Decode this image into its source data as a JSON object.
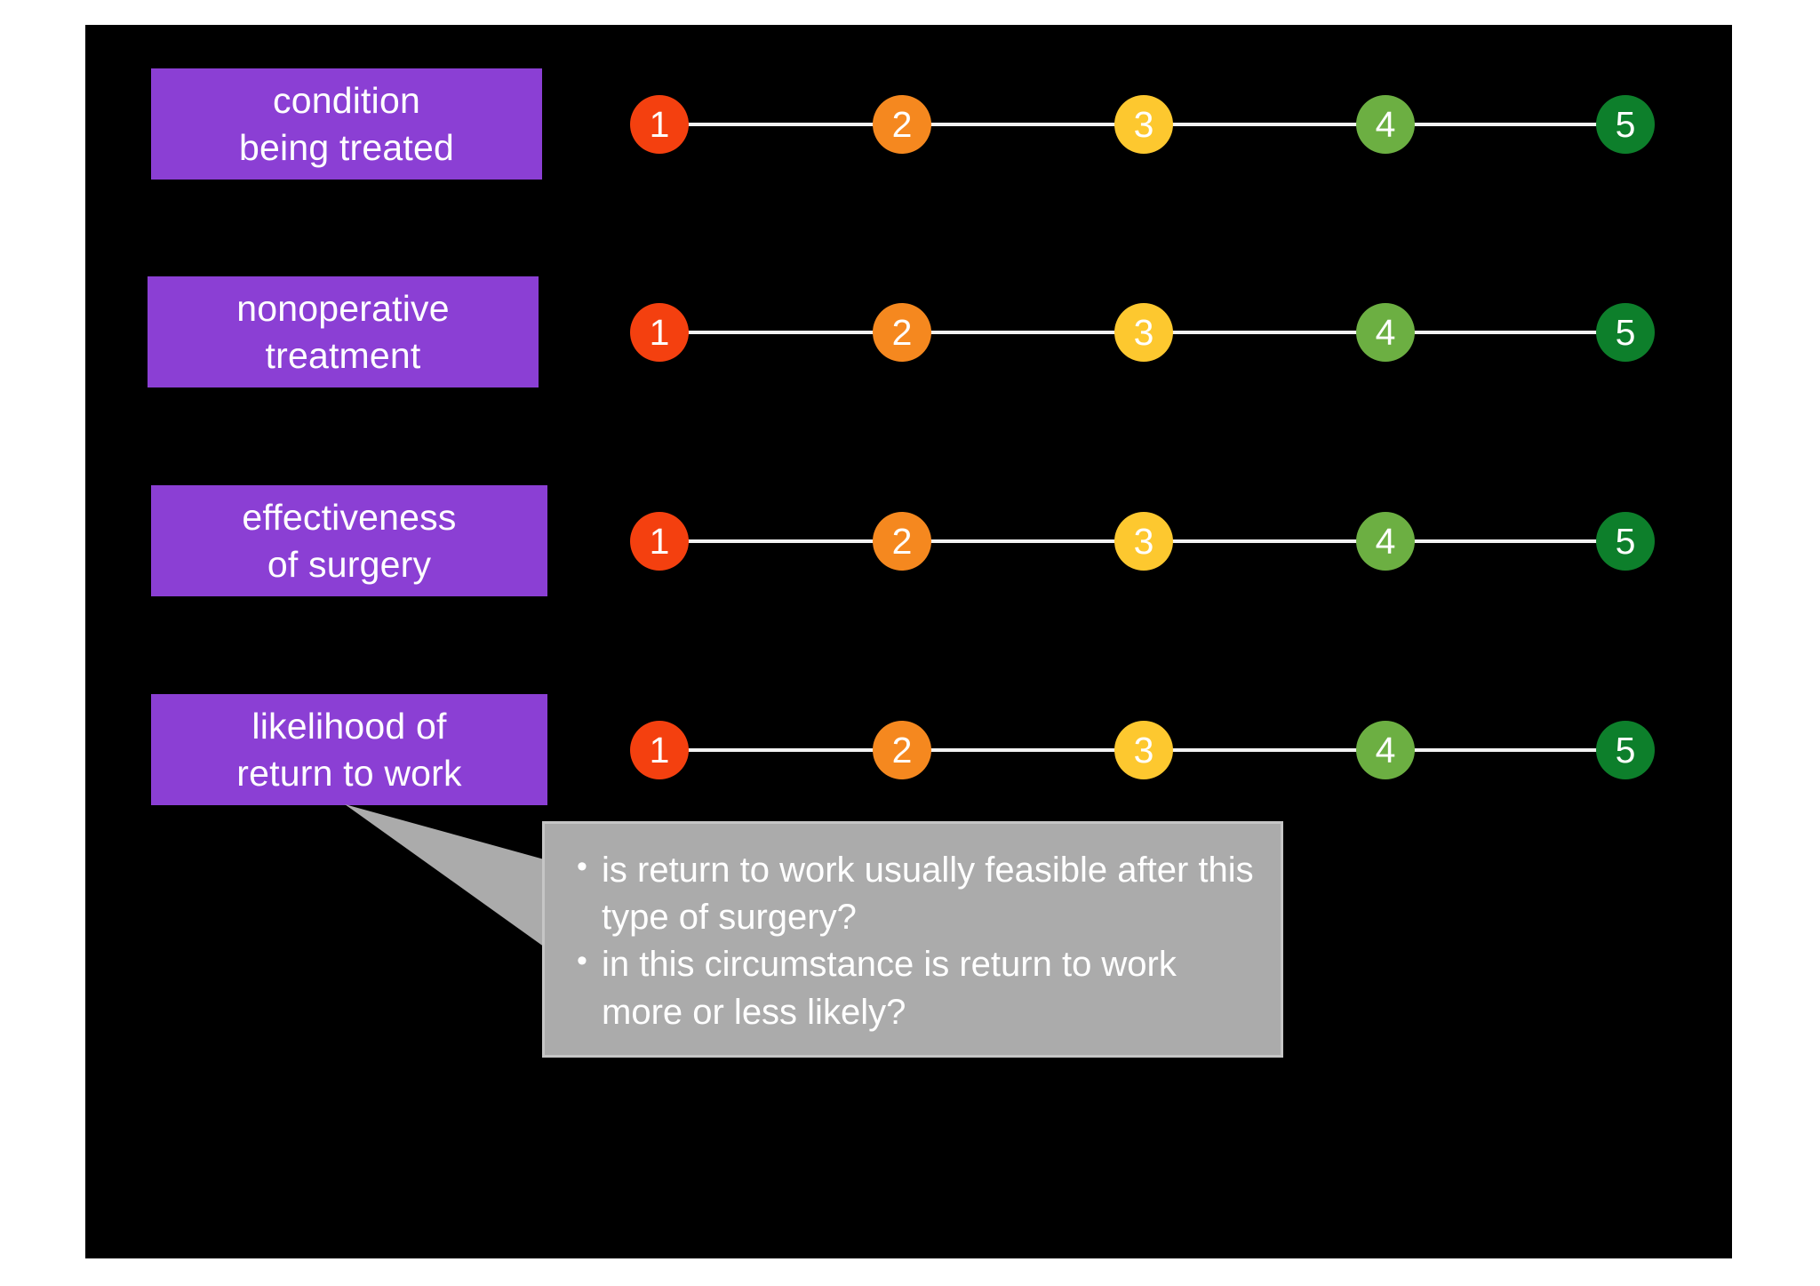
{
  "slide": {
    "background_color": "#000000",
    "canvas_color": "#FFFFFF"
  },
  "palette": {
    "label_purple": "#8B3FD4",
    "label_text": "#FFFFFF",
    "connector_line": "#F2F2F2",
    "callout_fill": "#ABABAB",
    "callout_border": "#C6C6C6",
    "callout_text": "#FFFFFF",
    "dot_1": "#F4400F",
    "dot_2": "#F5881F",
    "dot_3": "#FDC82F",
    "dot_4": "#6CAF42",
    "dot_5": "#0D7F2B"
  },
  "rows": [
    {
      "label_lines": [
        "condition",
        "being treated"
      ],
      "scale": {
        "values": [
          "1",
          "2",
          "3",
          "4",
          "5"
        ],
        "colors": [
          "#F4400F",
          "#F5881F",
          "#FDC82F",
          "#6CAF42",
          "#0D7F2B"
        ]
      }
    },
    {
      "label_lines": [
        "nonoperative",
        "treatment"
      ],
      "scale": {
        "values": [
          "1",
          "2",
          "3",
          "4",
          "5"
        ],
        "colors": [
          "#F4400F",
          "#F5881F",
          "#FDC82F",
          "#6CAF42",
          "#0D7F2B"
        ]
      }
    },
    {
      "label_lines": [
        "effectiveness",
        "of surgery"
      ],
      "scale": {
        "values": [
          "1",
          "2",
          "3",
          "4",
          "5"
        ],
        "colors": [
          "#F4400F",
          "#F5881F",
          "#FDC82F",
          "#6CAF42",
          "#0D7F2B"
        ]
      }
    },
    {
      "label_lines": [
        "likelihood of",
        "return to work"
      ],
      "scale": {
        "values": [
          "1",
          "2",
          "3",
          "4",
          "5"
        ],
        "colors": [
          "#F4400F",
          "#F5881F",
          "#FDC82F",
          "#6CAF42",
          "#0D7F2B"
        ]
      }
    }
  ],
  "callout": {
    "bullet_glyph": "•",
    "bullets": [
      "is return to work usually feasible after this type of surgery?",
      "in this circumstance is return to work more or less likely?"
    ]
  }
}
